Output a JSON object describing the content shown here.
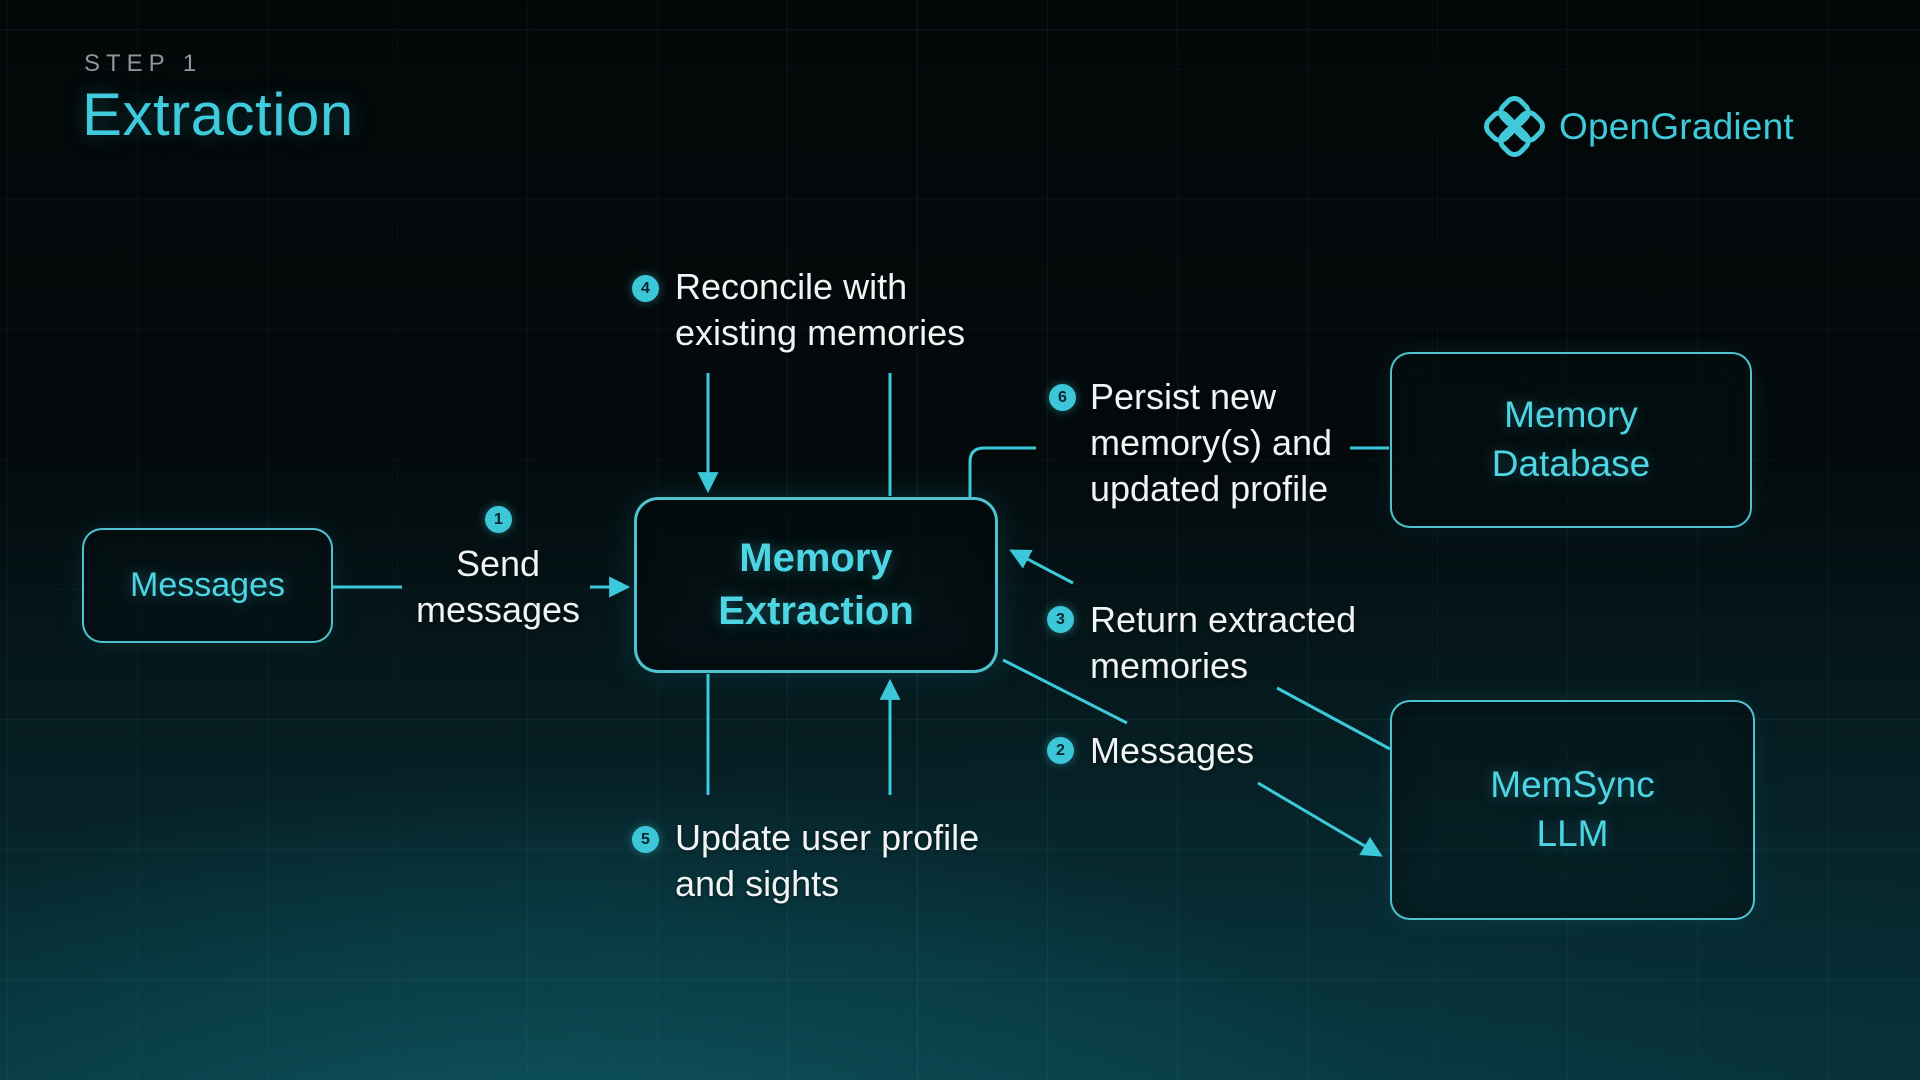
{
  "header": {
    "step_label": "STEP 1",
    "title": "Extraction"
  },
  "brand": {
    "name": "OpenGradient",
    "logo_icon": "clover-flower-icon"
  },
  "nodes": {
    "messages": {
      "label": "Messages"
    },
    "memory_extraction": {
      "label": "Memory\nExtraction"
    },
    "memory_database": {
      "label": "Memory\nDatabase"
    },
    "memsync_llm": {
      "label": "MemSync\nLLM"
    }
  },
  "steps": [
    {
      "num": "1",
      "label": "Send\nmessages"
    },
    {
      "num": "2",
      "label": "Messages"
    },
    {
      "num": "3",
      "label": "Return extracted\nmemories"
    },
    {
      "num": "4",
      "label": "Reconcile with\nexisting memories"
    },
    {
      "num": "5",
      "label": "Update user profile\nand sights"
    },
    {
      "num": "6",
      "label": "Persist new\nmemory(s) and\nupdated profile"
    }
  ],
  "colors": {
    "accent": "#3ecbdc",
    "line": "#3cc9da",
    "text_white": "#f1f4f4",
    "muted_gray": "#8d9699",
    "background_teal": "#0c5059"
  }
}
